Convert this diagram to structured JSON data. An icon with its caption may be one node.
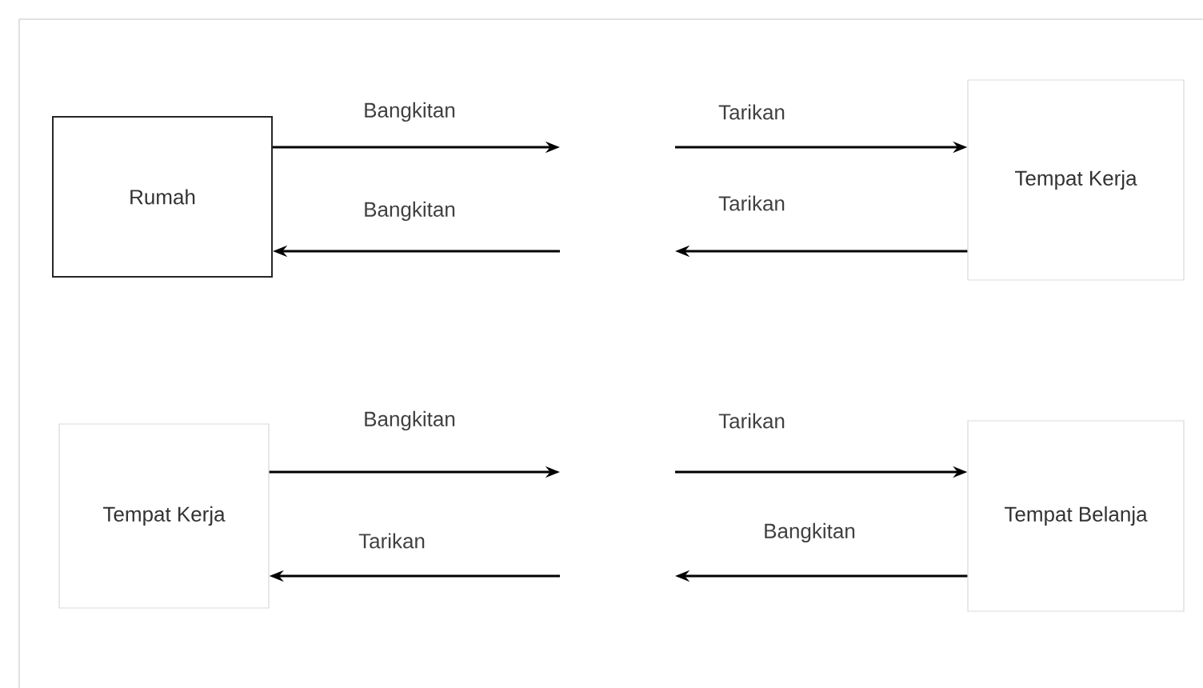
{
  "diagram": {
    "nodes": [
      {
        "text": [
          "Rumah"
        ]
      },
      {
        "text": [
          "Tempat Kerja"
        ]
      },
      {
        "text": [
          "Tempat Kerja"
        ]
      },
      {
        "text": [
          "Tempat Belanja"
        ]
      }
    ],
    "edges": [
      {
        "from": 0,
        "to": null,
        "arrow": "to",
        "label": "Bangkitan"
      },
      {
        "from": null,
        "to": 0,
        "arrow": "to",
        "label": "Bangkitan"
      },
      {
        "from": null,
        "to": 1,
        "arrow": "to",
        "label": "Tarikan"
      },
      {
        "from": 1,
        "to": null,
        "arrow": "to",
        "label": "Tarikan"
      },
      {
        "from": 2,
        "to": null,
        "arrow": "to",
        "label": "Bangkitan"
      },
      {
        "from": null,
        "to": 2,
        "arrow": "to",
        "label": "Tarikan"
      },
      {
        "from": null,
        "to": 3,
        "arrow": "to",
        "label": "Tarikan"
      },
      {
        "from": 3,
        "to": null,
        "arrow": "to",
        "label": "Bangkitan"
      }
    ]
  }
}
